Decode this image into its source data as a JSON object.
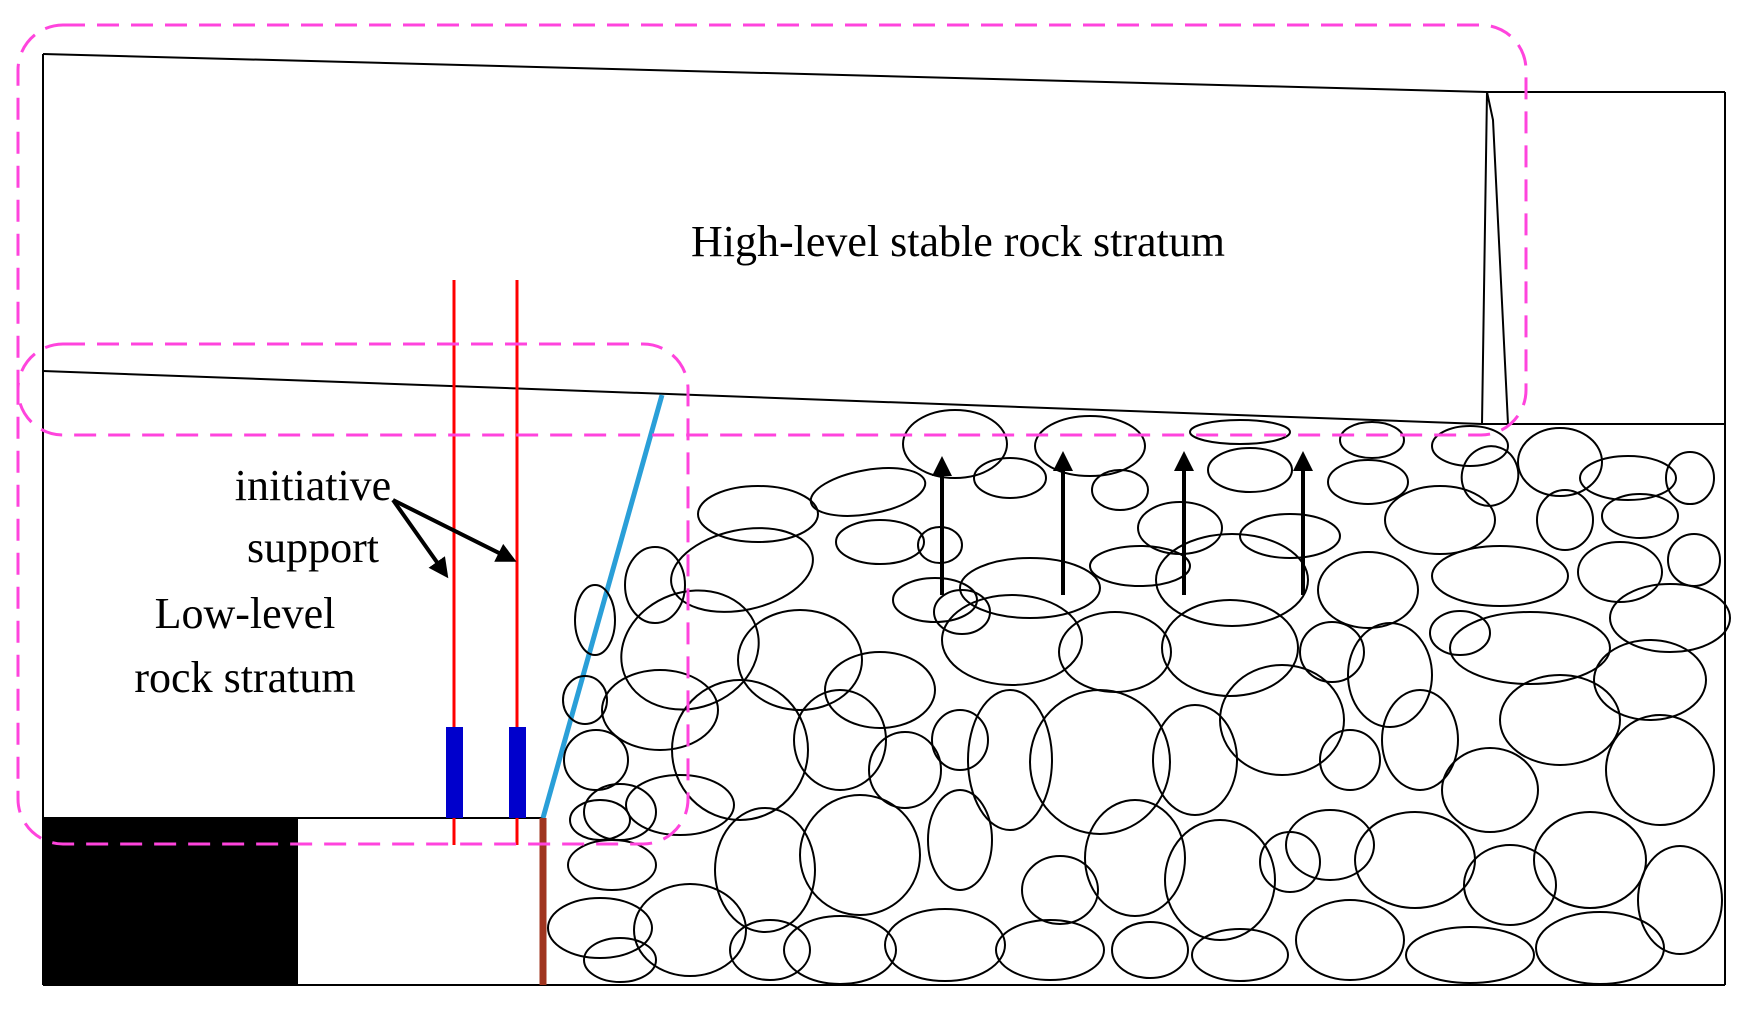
{
  "labels": {
    "high_level": "High-level stable rock stratum",
    "initiative_line1": "initiative",
    "initiative_line2": "support",
    "low_level_line1": "Low-level",
    "low_level_line2": "rock stratum"
  },
  "colors": {
    "dashed_outline": "#ff44dd",
    "support_post": "#ff0000",
    "support_base": "#0000cc",
    "shield": "#2a9fd8",
    "prop": "#a0351f",
    "coal": "#000000",
    "line": "#000000"
  }
}
